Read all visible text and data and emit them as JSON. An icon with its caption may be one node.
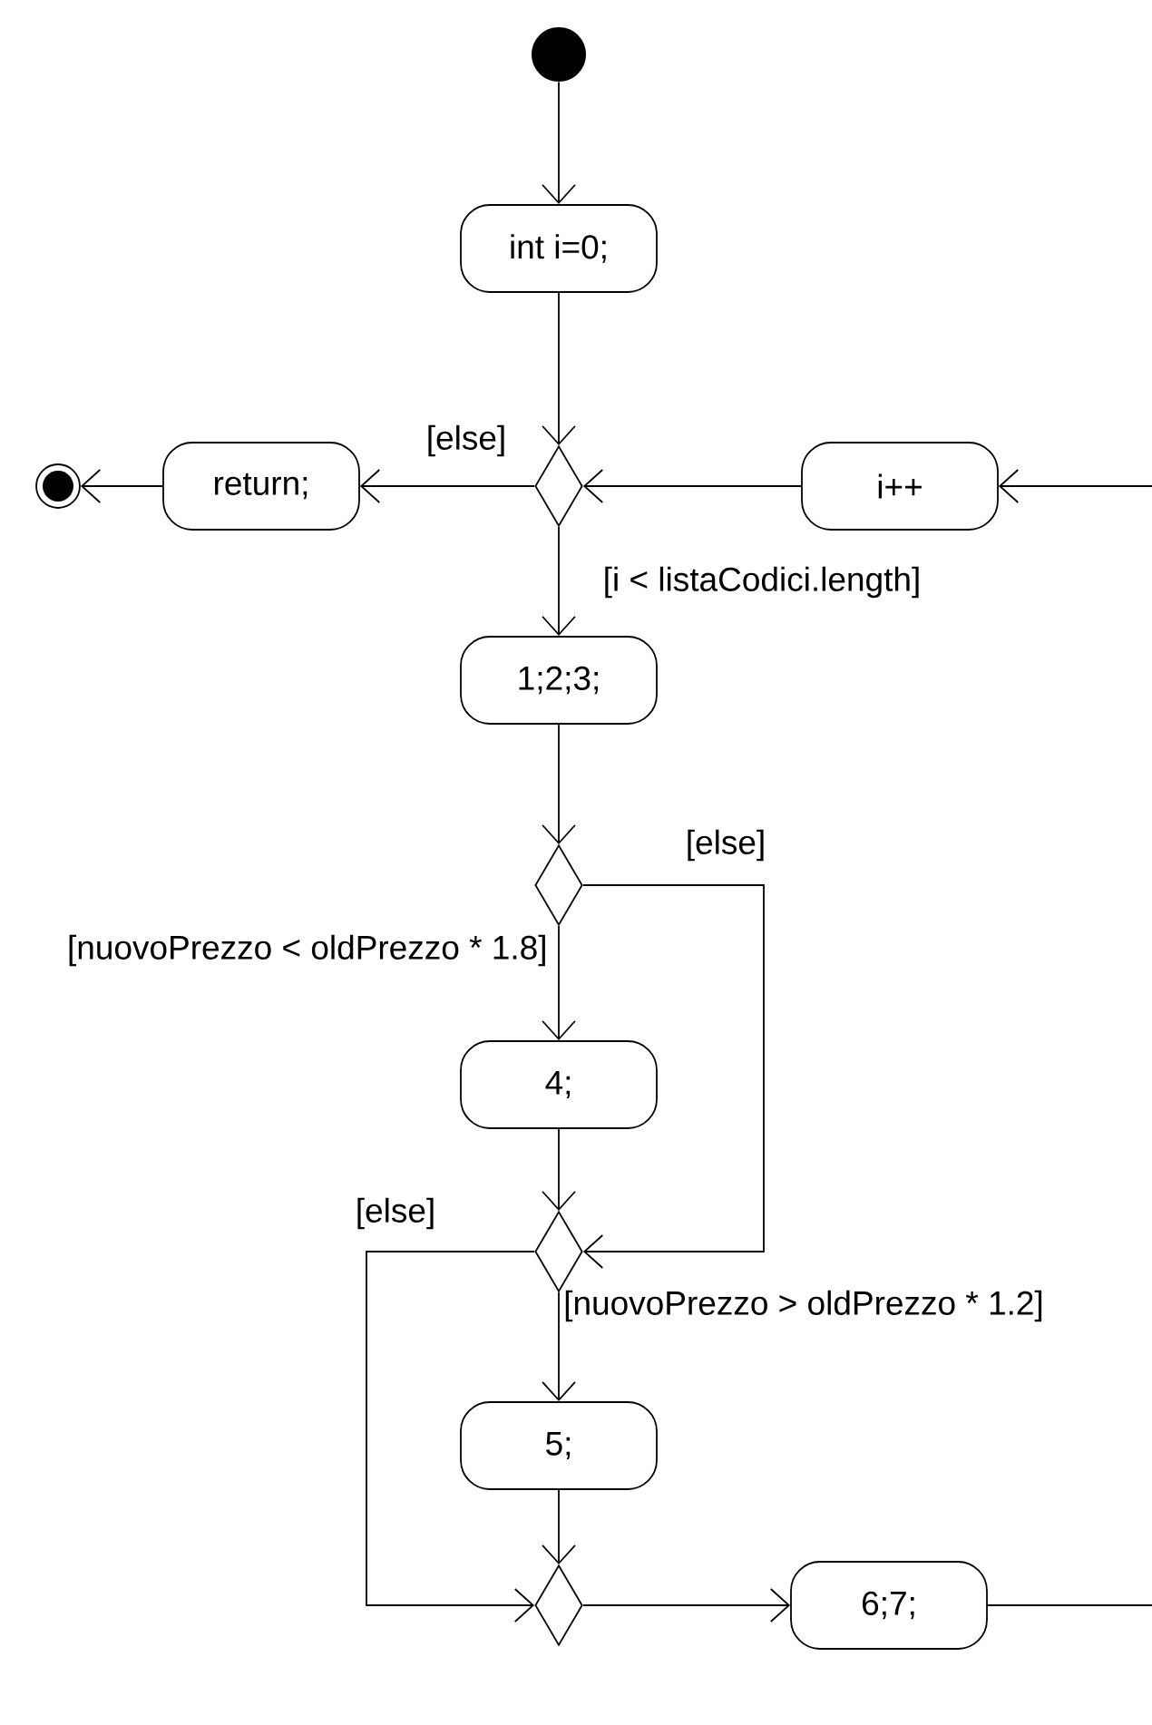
{
  "diagram": {
    "nodes": [
      {
        "text": [],
        "shape": "circle"
      },
      {
        "text": [
          "int i=0;"
        ]
      },
      {
        "text": [],
        "shape": "diamond"
      },
      {
        "text": [
          "return;"
        ]
      },
      {
        "text": [],
        "shape": "circle"
      },
      {
        "text": [
          "i++"
        ]
      },
      {
        "text": [
          "1;2;3;"
        ]
      },
      {
        "text": [],
        "shape": "diamond"
      },
      {
        "text": [
          "4;"
        ]
      },
      {
        "text": [],
        "shape": "diamond"
      },
      {
        "text": [
          "5;"
        ]
      },
      {
        "text": [],
        "shape": "diamond"
      },
      {
        "text": [
          "6;7;"
        ]
      }
    ],
    "edges": [
      {
        "from": 0,
        "to": 1,
        "arrow": "to"
      },
      {
        "from": 1,
        "to": 2,
        "arrow": "to"
      },
      {
        "from": 2,
        "to": 3,
        "arrow": "to",
        "label": "[else]"
      },
      {
        "from": 3,
        "to": 4,
        "arrow": "to"
      },
      {
        "from": 5,
        "to": 2,
        "arrow": "to"
      },
      {
        "from": null,
        "to": 5,
        "arrow": "to"
      },
      {
        "from": 2,
        "to": 6,
        "arrow": "to",
        "label": "[i < listaCodici.length]"
      },
      {
        "from": 6,
        "to": 7,
        "arrow": "to"
      },
      {
        "from": 7,
        "to": 8,
        "arrow": "to",
        "label": "[nuovoPrezzo < oldPrezzo * 1.8]"
      },
      {
        "from": 7,
        "to": 9,
        "arrow": "to",
        "label": "[else]"
      },
      {
        "from": 8,
        "to": 9,
        "arrow": "to"
      },
      {
        "from": 9,
        "to": 10,
        "arrow": "to",
        "label": "[nuovoPrezzo > oldPrezzo * 1.2]"
      },
      {
        "from": 9,
        "to": 11,
        "arrow": "to",
        "label": "[else]"
      },
      {
        "from": 10,
        "to": 11,
        "arrow": "to"
      },
      {
        "from": 11,
        "to": 12,
        "arrow": "to"
      },
      {
        "from": 12,
        "to": null,
        "arrow": "none"
      }
    ]
  }
}
